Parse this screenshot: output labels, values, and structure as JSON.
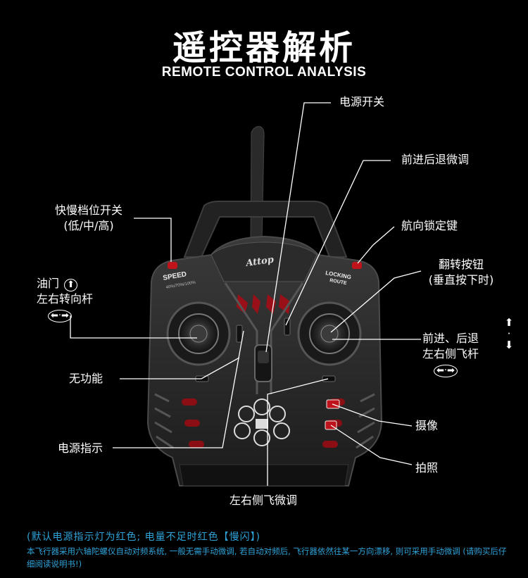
{
  "header": {
    "title": "遥控器解析",
    "subtitle": "REMOTE CONTROL ANALYSIS"
  },
  "device": {
    "brand_logo": "Attop",
    "speed_label": "SPEED",
    "speed_sub": "40%/70%/100%",
    "locking_label": "LOCKING",
    "rotate_label": "ROUTE"
  },
  "labels": {
    "power_switch": "电源开关",
    "trim_forward_back": "前进后退微调",
    "speed_switch_line1": "快慢档位开关",
    "speed_switch_line2": "(低/中/高)",
    "heading_lock": "航向锁定键",
    "flip_line1": "翻转按钮",
    "flip_line2": "(垂直按下时)",
    "throttle_line1": "油门",
    "throttle_line2": "左右转向杆",
    "right_stick_line1": "前进、后退",
    "right_stick_line2": "左右侧飞杆",
    "no_function": "无功能",
    "camera": "摄像",
    "power_indicator": "电源指示",
    "photo": "拍照",
    "trim_side": "左右侧飞微调"
  },
  "notes": {
    "line1": "(默认电源指示灯为红色; 电量不足时红色【慢闪】)",
    "line2": "本飞行器采用六轴陀螺仪自动对频系统, 一般无需手动微调, 若自动对频后, 飞行器依然往某一方向漂移, 则可采用手动微调 (请购买后仔细阅读说明书!)"
  }
}
